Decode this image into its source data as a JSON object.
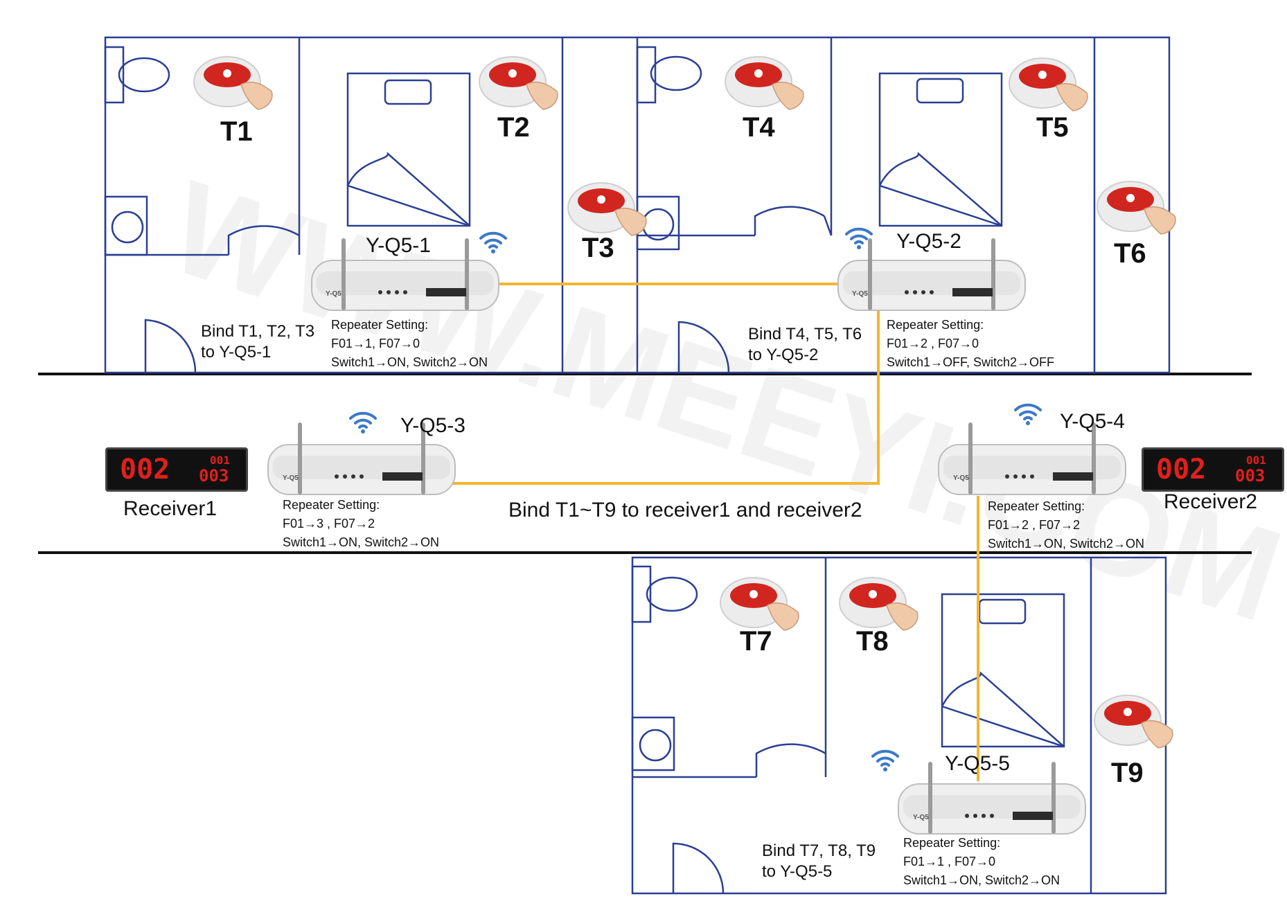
{
  "colors": {
    "wall": "#2a3f93",
    "link": "#f2b630",
    "button_red": "#d1251f",
    "wifi": "#3c78c8",
    "display_red": "#e0201c"
  },
  "buttons": [
    "T1",
    "T2",
    "T3",
    "T4",
    "T5",
    "T6",
    "T7",
    "T8",
    "T9"
  ],
  "repeaters": [
    {
      "id": "Y-Q5-1",
      "device_label": "Y-Q5",
      "bind_line1": "Bind T1, T2, T3",
      "bind_line2": "to Y-Q5-1",
      "setting_title": "Repeater Setting:",
      "setting_f": "F01→1, F07→0",
      "setting_sw": "Switch1→ON, Switch2→ON"
    },
    {
      "id": "Y-Q5-2",
      "device_label": "Y-Q5",
      "bind_line1": "Bind T4, T5, T6",
      "bind_line2": "to Y-Q5-2",
      "setting_title": "Repeater Setting:",
      "setting_f": "F01→2 , F07→0",
      "setting_sw": "Switch1→OFF, Switch2→OFF"
    },
    {
      "id": "Y-Q5-3",
      "device_label": "Y-Q5",
      "setting_title": "Repeater Setting:",
      "setting_f": "F01→3 , F07→2",
      "setting_sw": "Switch1→ON, Switch2→ON"
    },
    {
      "id": "Y-Q5-4",
      "device_label": "Y-Q5",
      "setting_title": "Repeater Setting:",
      "setting_f": "F01→2 , F07→2",
      "setting_sw": "Switch1→ON, Switch2→ON"
    },
    {
      "id": "Y-Q5-5",
      "device_label": "Y-Q5",
      "bind_line1": "Bind T7, T8, T9",
      "bind_line2": "to Y-Q5-5",
      "setting_title": "Repeater Setting:",
      "setting_f": "F01→1 , F07→0",
      "setting_sw": "Switch1→ON, Switch2→ON"
    }
  ],
  "receivers": [
    {
      "label": "Receiver1",
      "display_main": "002",
      "display_top": "001",
      "display_bottom": "003"
    },
    {
      "label": "Receiver2",
      "display_main": "002",
      "display_top": "001",
      "display_bottom": "003"
    }
  ],
  "center_text": "Bind T1~T9 to receiver1 and receiver2",
  "watermark": "WWW.MEEYI.COM"
}
